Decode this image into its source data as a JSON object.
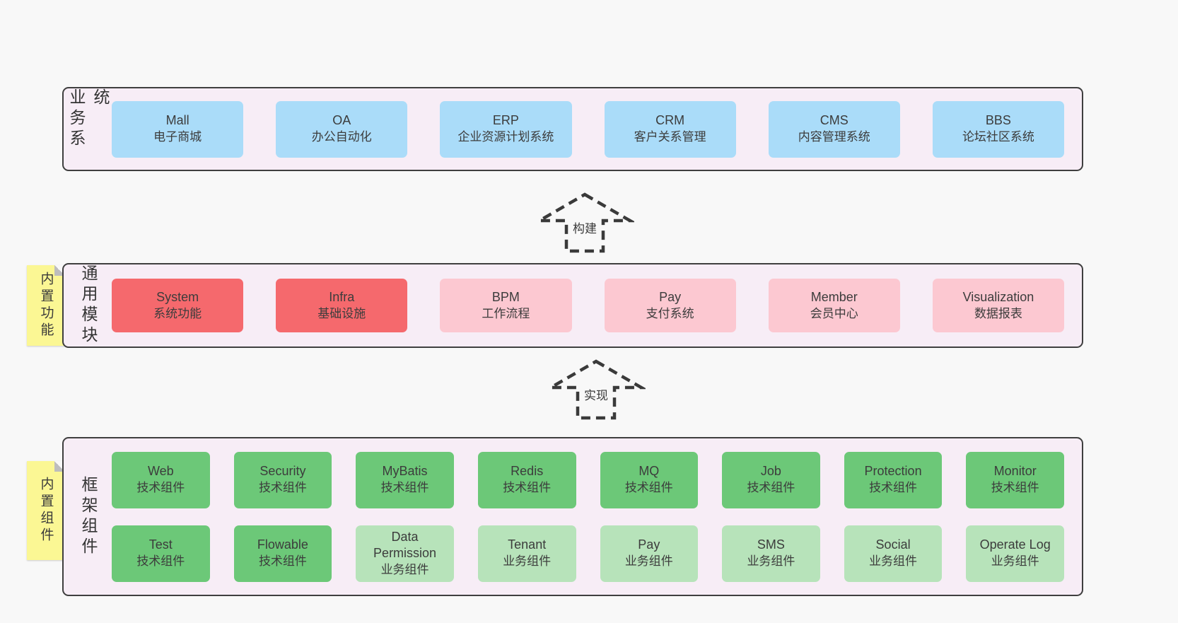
{
  "colors": {
    "page_bg": "#f8f8f8",
    "panel_bg": "#f7edf6",
    "panel_border": "#3f3f3f",
    "sticky_yellow": "#fbf794",
    "text": "#3c3c3c",
    "blue": "#aadcf9",
    "red": "#f5696d",
    "pink": "#fcc8d1",
    "green": "#6cc878",
    "lightgreen": "#b7e3ba"
  },
  "sections": [
    {
      "label": "业务系统",
      "rows": [
        [
          {
            "name": "mall",
            "title": "Mall",
            "subtitle": "电子商城",
            "color": "blue"
          },
          {
            "name": "oa",
            "title": "OA",
            "subtitle": "办公自动化",
            "color": "blue"
          },
          {
            "name": "erp",
            "title": "ERP",
            "subtitle": "企业资源计划系统",
            "color": "blue"
          },
          {
            "name": "crm",
            "title": "CRM",
            "subtitle": "客户关系管理",
            "color": "blue"
          },
          {
            "name": "cms",
            "title": "CMS",
            "subtitle": "内容管理系统",
            "color": "blue"
          },
          {
            "name": "bbs",
            "title": "BBS",
            "subtitle": "论坛社区系统",
            "color": "blue"
          }
        ]
      ]
    },
    {
      "label": "通用模块",
      "sticky": "内置功能",
      "rows": [
        [
          {
            "name": "system",
            "title": "System",
            "subtitle": "系统功能",
            "color": "red"
          },
          {
            "name": "infra",
            "title": "Infra",
            "subtitle": "基础设施",
            "color": "red"
          },
          {
            "name": "bpm",
            "title": "BPM",
            "subtitle": "工作流程",
            "color": "pink"
          },
          {
            "name": "pay-module",
            "title": "Pay",
            "subtitle": "支付系统",
            "color": "pink"
          },
          {
            "name": "member",
            "title": "Member",
            "subtitle": "会员中心",
            "color": "pink"
          },
          {
            "name": "visualization",
            "title": "Visualization",
            "subtitle": "数据报表",
            "color": "pink"
          }
        ]
      ]
    },
    {
      "label": "框架组件",
      "sticky": "内置组件",
      "rows": [
        [
          {
            "name": "web",
            "title": "Web",
            "subtitle": "技术组件",
            "color": "green"
          },
          {
            "name": "security",
            "title": "Security",
            "subtitle": "技术组件",
            "color": "green"
          },
          {
            "name": "mybatis",
            "title": "MyBatis",
            "subtitle": "技术组件",
            "color": "green"
          },
          {
            "name": "redis",
            "title": "Redis",
            "subtitle": "技术组件",
            "color": "green"
          },
          {
            "name": "mq",
            "title": "MQ",
            "subtitle": "技术组件",
            "color": "green"
          },
          {
            "name": "job",
            "title": "Job",
            "subtitle": "技术组件",
            "color": "green"
          },
          {
            "name": "protection",
            "title": "Protection",
            "subtitle": "技术组件",
            "color": "green"
          },
          {
            "name": "monitor",
            "title": "Monitor",
            "subtitle": "技术组件",
            "color": "green"
          }
        ],
        [
          {
            "name": "test",
            "title": "Test",
            "subtitle": "技术组件",
            "color": "green"
          },
          {
            "name": "flowable",
            "title": "Flowable",
            "subtitle": "技术组件",
            "color": "green"
          },
          {
            "name": "data-permission",
            "title": "Data Permission",
            "subtitle": "业务组件",
            "color": "lightgreen"
          },
          {
            "name": "tenant",
            "title": "Tenant",
            "subtitle": "业务组件",
            "color": "lightgreen"
          },
          {
            "name": "pay-business",
            "title": "Pay",
            "subtitle": "业务组件",
            "color": "lightgreen"
          },
          {
            "name": "sms",
            "title": "SMS",
            "subtitle": "业务组件",
            "color": "lightgreen"
          },
          {
            "name": "social",
            "title": "Social",
            "subtitle": "业务组件",
            "color": "lightgreen"
          },
          {
            "name": "operate-log",
            "title": "Operate Log",
            "subtitle": "业务组件",
            "color": "lightgreen"
          }
        ]
      ]
    }
  ],
  "arrows": [
    {
      "label": "构建"
    },
    {
      "label": "实现"
    }
  ]
}
